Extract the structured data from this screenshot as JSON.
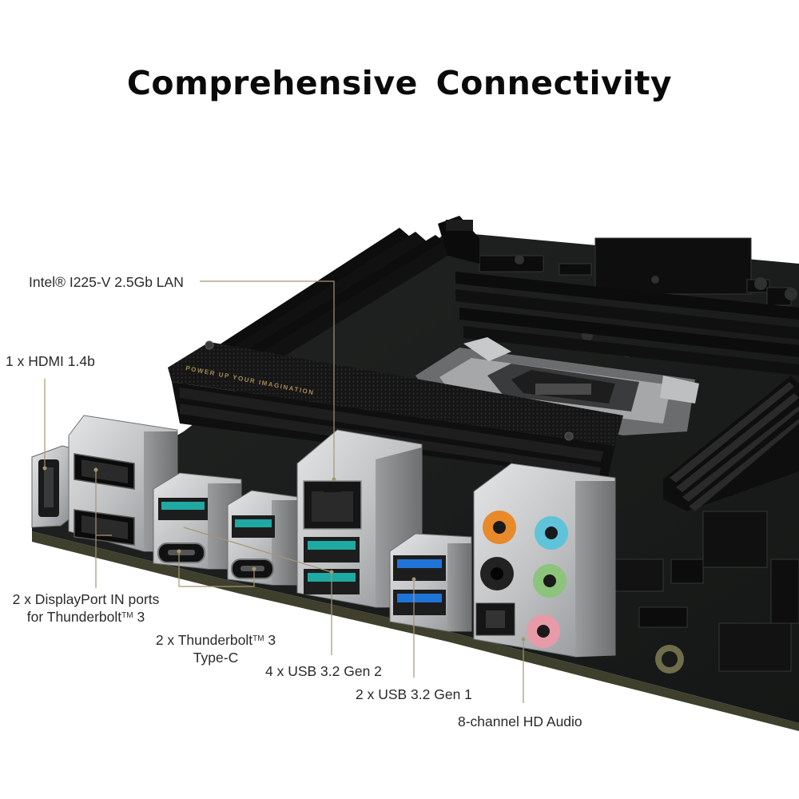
{
  "headline": "Comprehensive Connectivity",
  "callouts": {
    "lan": {
      "text": "Intel® I225-V 2.5Gb LAN"
    },
    "hdmi": {
      "text": "1 x HDMI 1.4b"
    },
    "displayport": {
      "line1": "2 x DisplayPort IN ports",
      "line2_prefix": "for Thunderbolt",
      "line2_tm": "TM",
      "line2_suffix": " 3"
    },
    "thunderbolt": {
      "line1_prefix": "2 x Thunderbolt",
      "line1_tm": "TM",
      "line1_suffix": " 3",
      "line2": "Type-C"
    },
    "usb_gen2": {
      "text": "4 x USB 3.2 Gen 2"
    },
    "usb_gen1": {
      "text": "2 x USB 3.2 Gen 1"
    },
    "audio": {
      "text": "8-channel HD Audio"
    }
  },
  "board": {
    "heatsink_tagline": "POWER UP YOUR IMAGINATION",
    "colors": {
      "pcb": "#1b1c1c",
      "heatsink": "#141414",
      "metal": "#c9cbcc",
      "usb_gen2_teal": "#20a8a3",
      "usb_gen1_blue": "#1f74d8",
      "audio_orange": "#e8892a",
      "audio_lightblue": "#5fc3d9",
      "audio_green": "#8bc47a",
      "audio_pink": "#e99aa9",
      "callout_line": "#a89570"
    }
  }
}
